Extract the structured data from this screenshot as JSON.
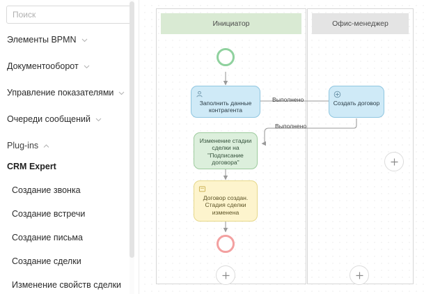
{
  "sidebar": {
    "search": {
      "placeholder": "Поиск",
      "value": ""
    },
    "sections": [
      {
        "label": "Элементы BPMN",
        "icon": "chevron-down-icon",
        "expanded": false
      },
      {
        "label": "Документооборот",
        "icon": "chevron-down-icon",
        "expanded": false
      },
      {
        "label": "Управление показателями",
        "icon": "chevron-down-icon",
        "expanded": false
      },
      {
        "label": "Очереди сообщений",
        "icon": "chevron-down-icon",
        "expanded": false
      },
      {
        "label": "Plug-ins",
        "icon": "chevron-up-icon",
        "expanded": true
      }
    ],
    "group_title": "CRM Expert",
    "items": [
      {
        "label": "Создание звонка"
      },
      {
        "label": "Создание встречи"
      },
      {
        "label": "Создание письма"
      },
      {
        "label": "Создание сделки"
      },
      {
        "label": "Изменение свойств сделки"
      }
    ]
  },
  "canvas": {
    "lanes": [
      {
        "title": "Инициатор",
        "header_color": "#d9ead3"
      },
      {
        "title": "Офис-менеджер",
        "header_color": "#e4e4e4"
      }
    ],
    "events": [
      {
        "name": "start-event",
        "type": "start",
        "color": "#8fd19e"
      },
      {
        "name": "end-event",
        "type": "end",
        "color": "#f3a0a0"
      }
    ],
    "nodes": [
      {
        "id": "task-fill-counterparty",
        "label": "Заполнить данные контрагента",
        "icon": "user-task-icon",
        "color": "#cfeaf7",
        "lane": "Инициатор"
      },
      {
        "id": "task-create-contract",
        "label": "Создать договор",
        "icon": "plus-circle-icon",
        "color": "#cfeaf7",
        "lane": "Офис-менеджер"
      },
      {
        "id": "task-change-stage",
        "label": "Изменение стадии сделки на \"Подписание договора\"",
        "icon": "",
        "color": "#dcefdc",
        "lane": "Инициатор"
      },
      {
        "id": "task-notify",
        "label": "Договор создан. Стадия сделки изменена",
        "icon": "note-icon",
        "color": "#fdf4cd",
        "lane": "Инициатор"
      }
    ],
    "connectors": [
      {
        "id": "conn-fill-to-create",
        "label": "Выполнено"
      },
      {
        "id": "conn-create-to-stage",
        "label": "Выполнено"
      }
    ],
    "add_buttons": [
      {
        "name": "add-element-lane-initiator",
        "glyph": "+"
      },
      {
        "name": "add-element-lane-office-manager",
        "glyph": "+"
      },
      {
        "name": "add-lane",
        "glyph": "+"
      }
    ]
  }
}
